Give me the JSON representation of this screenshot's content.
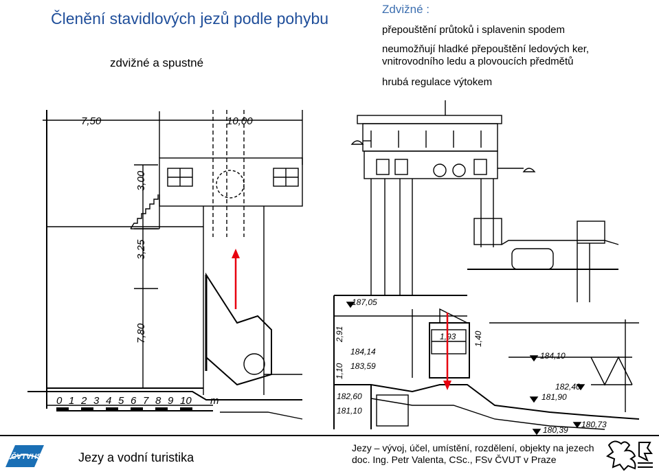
{
  "slide": {
    "title": "Členění stavidlových jezů podle pohybu",
    "subtitle": "zdvižné a spustné",
    "heading": "Zdvižné :",
    "bullets": [
      "přepouštění průtoků i splavenin spodem",
      "neumožňují hladké přepouštění ledových ker,",
      "vnitrovodního ledu a plovoucích předmětů",
      "hrubá regulace výtokem"
    ]
  },
  "footer": {
    "left": "Jezy a vodní turistika",
    "right_line1": "Jezy – vývoj, účel, umístění, rozdělení, objekty na jezech",
    "right_line2": "doc. Ing. Petr Valenta, CSc., FSv ČVUT v Praze",
    "logo_left_text": "ČVTVHS"
  },
  "drawing_left": {
    "dims": [
      "7,50",
      "10,00",
      "3,00",
      "3,25",
      "7,80"
    ],
    "scale_labels": [
      "0",
      "1",
      "2",
      "3",
      "4",
      "5",
      "6",
      "7",
      "8",
      "9",
      "10"
    ],
    "scale_unit": "m"
  },
  "drawing_right": {
    "levels": [
      "187,05",
      "2,91",
      "184,14",
      "183,59",
      "1,10",
      "182,60",
      "181,10",
      "1,93",
      "1,40",
      "184,10",
      "182,40",
      "181,90",
      "180,73",
      "180,39"
    ]
  },
  "colors": {
    "title": "#1f4e9a",
    "heading": "#3d6fb0",
    "arrow": "#e8000f",
    "logo": "#1a6fb5"
  }
}
